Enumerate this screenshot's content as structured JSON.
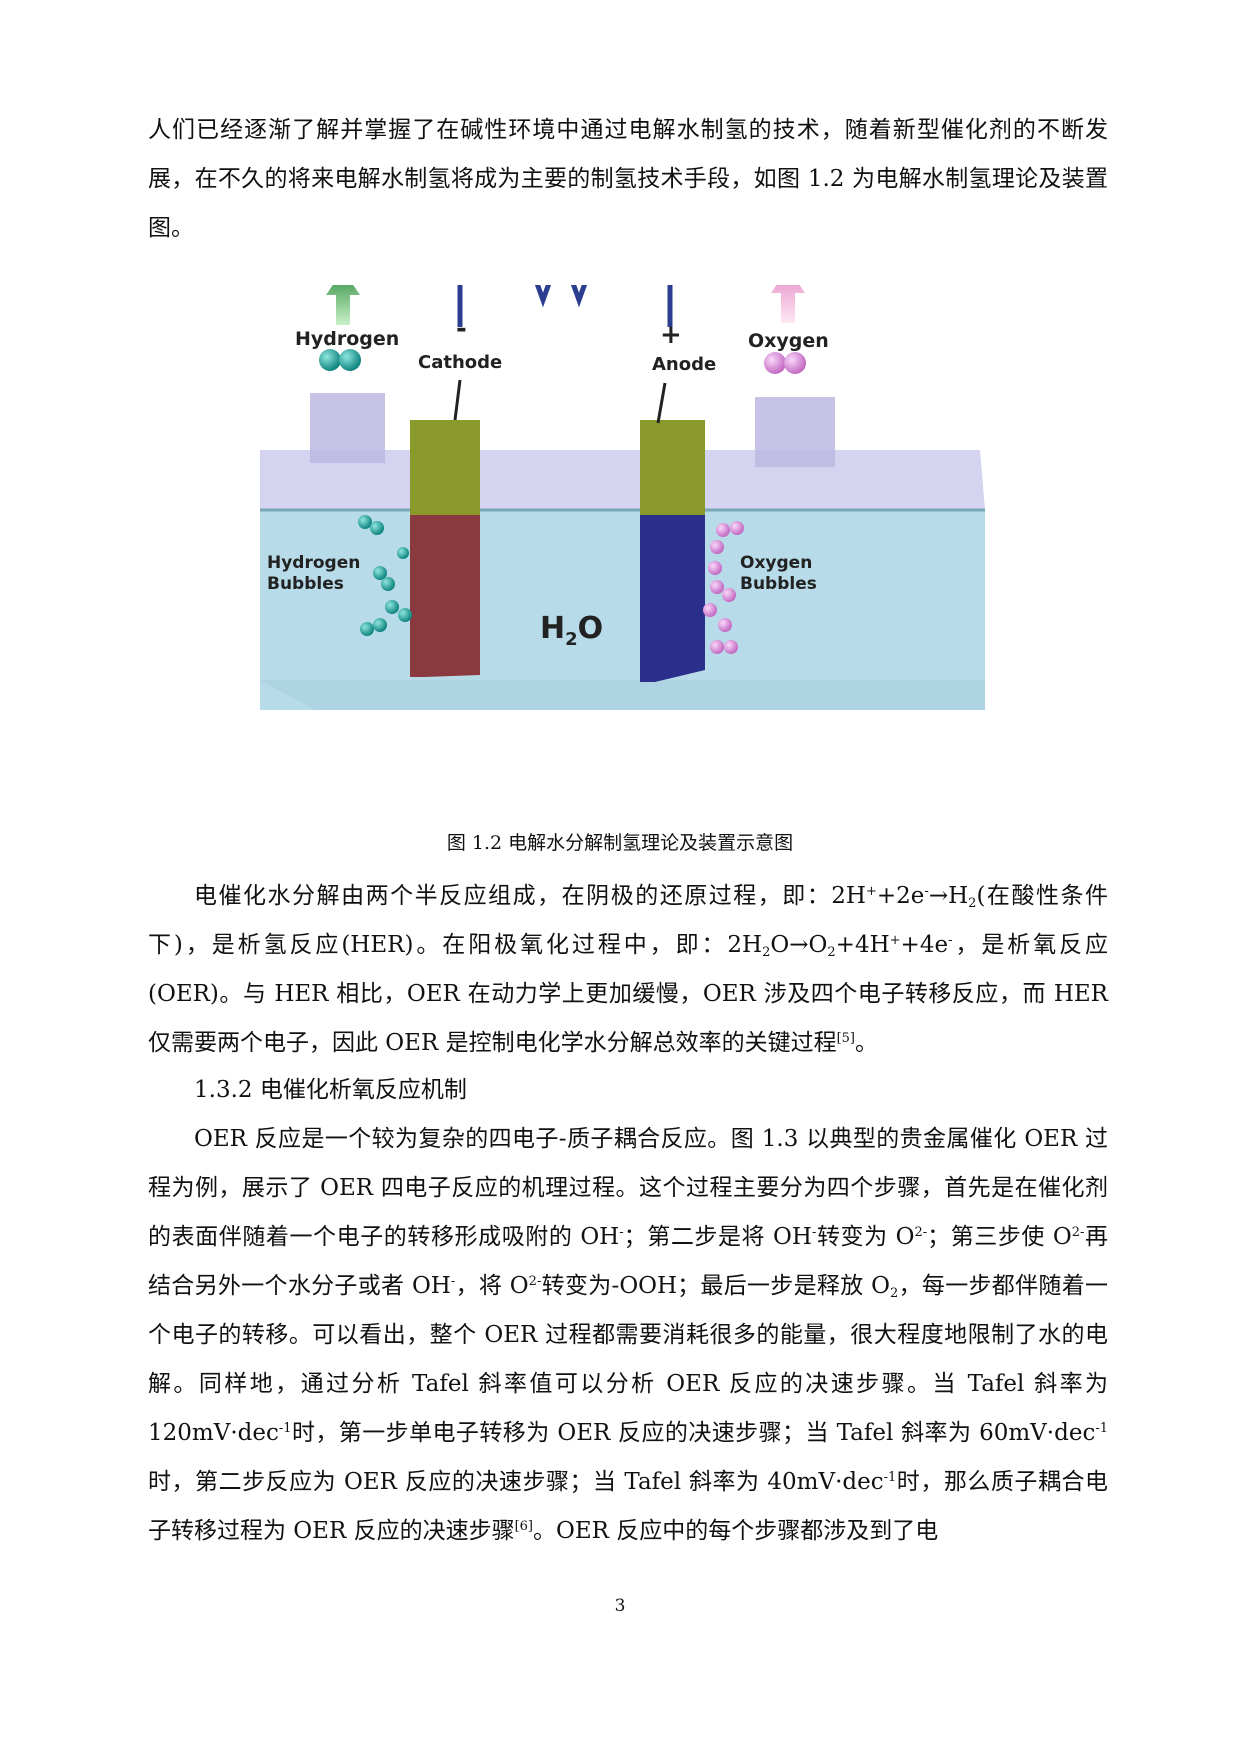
{
  "intro": {
    "text": "人们已经逐渐了解并掌握了在碱性环境中通过电解水制氢的技术，随着新型催化剂的不断发展，在不久的将来电解水制氢将成为主要的制氢技术手段，如图 1.2 为电解水制氢理论及装置图。"
  },
  "figure": {
    "labels": {
      "hydrogen": "Hydrogen",
      "oxygen": "Oxygen",
      "cathode": "Cathode",
      "anode": "Anode",
      "minus": "-",
      "plus": "+",
      "hydrogen_bubbles_1": "Hydrogen",
      "hydrogen_bubbles_2": "Bubbles",
      "oxygen_bubbles_1": "Oxygen",
      "oxygen_bubbles_2": "Bubbles",
      "water_main": "H",
      "water_sub": "2",
      "water_tail": "O"
    },
    "colors": {
      "cathode_top": "#8a9a2a",
      "cathode_bottom": "#8a3a3e",
      "anode_top": "#8a9a2a",
      "anode_bottom": "#2a2f8c",
      "hydrogen": "#1fa09a",
      "oxygen": "#d07bd0",
      "wire": "#2a3d8f"
    },
    "caption": "图 1.2 电解水分解制氢理论及装置示意图"
  },
  "p2": {
    "s1": "电催化水分解由两个半反应组成，在阴极的还原过程，即：2H",
    "s1sup1": "+",
    "s2": "+2e",
    "s2sup": "-",
    "s3": "→H",
    "s3sub": "2",
    "s4": "(在酸性条件下)，是析氢反应(HER)。在阳极氧化过程中，即：2H",
    "s4sub": "2",
    "s5": "O→O",
    "s5sub": "2",
    "s6": "+4H",
    "s6sup": "+",
    "s7": "+4e",
    "s7sup": "-",
    "s8": "，是析氧反应(OER)。与 HER 相比，OER 在动力学上更加缓慢，OER 涉及四个电子转移反应，而 HER 仅需要两个电子，因此 OER 是控制电化学水分解总效率的关键过程",
    "s8sup": "[5]",
    "s9": "。"
  },
  "heading": "1.3.2 电催化析氧反应机制",
  "p3": {
    "a1": "OER 反应是一个较为复杂的四电子-质子耦合反应。图 1.3 以典型的贵金属催化 OER 过程为例，展示了 OER 四电子反应的机理过程。这个过程主要分为四个步骤，首先是在催化剂的表面伴随着一个电子的转移形成吸附的 OH",
    "a1sup": "-",
    "a2": "；第二步是将 OH",
    "a2sup": "-",
    "a3": "转变为 O",
    "a3sup": "2-",
    "a4": "；第三步使 O",
    "a4sup": "2-",
    "a5": "再结合另外一个水分子或者 OH",
    "a5sup": "-",
    "a6": "，将 O",
    "a6sup": "2-",
    "a7": "转变为-OOH；最后一步是释放 O",
    "a7sub": "2",
    "a8": "，每一步都伴随着一个电子的转移。可以看出，整个 OER 过程都需要消耗很多的能量，很大程度地限制了水的电解。同样地，通过分析 Tafel 斜率值可以分析 OER 反应的决速步骤。当 Tafel 斜率为 120mV·dec",
    "a8sup": "-1",
    "a9": "时，第一步单电子转移为 OER 反应的决速步骤；当 Tafel 斜率为 60mV·dec",
    "a9sup": "-1",
    "a10": "时，第二步反应为 OER 反应的决速步骤；当 Tafel 斜率为 40mV·dec",
    "a10sup": "-1",
    "a11": "时，那么质子耦合电子转移过程为 OER 反应的决速步骤",
    "a11sup": "[6]",
    "a12": "。OER 反应中的每个步骤都涉及到了电"
  },
  "page_number": "3"
}
